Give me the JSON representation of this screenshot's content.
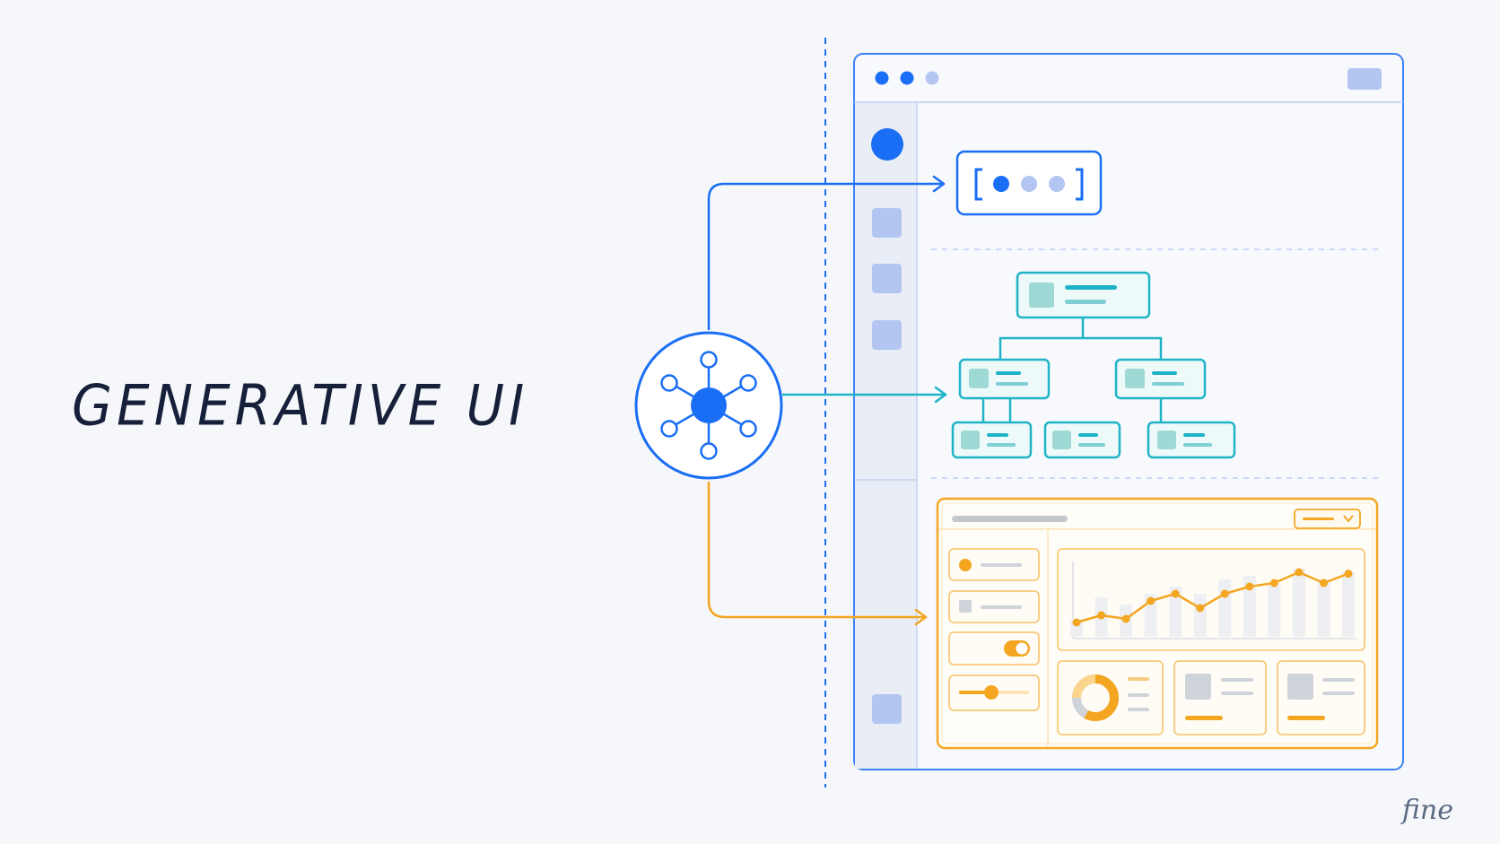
{
  "title": "GENERATIVE UI",
  "brand": "fine",
  "colors": {
    "background": "#f6f7fa",
    "blue": "#1a6ef5",
    "blue_light": "#aec4f5",
    "teal": "#1fb3c7",
    "teal_fill": "#9fd9d6",
    "orange": "#f4a621",
    "orange_light": "#fde9c4",
    "gray": "#cfd3da",
    "text": "#17203a"
  },
  "icons": {
    "hub": "network-hub-icon",
    "brackets": "bracketed-dots-icon",
    "window_dots": "window-controls-icon"
  },
  "chart_data": {
    "type": "line",
    "values": [
      0.2,
      0.3,
      0.25,
      0.5,
      0.6,
      0.4,
      0.6,
      0.7,
      0.75,
      0.9,
      0.75,
      0.88
    ],
    "bar_values": [
      0.25,
      0.55,
      0.45,
      0.6,
      0.7,
      0.6,
      0.8,
      0.85,
      0.75,
      0.95,
      0.8,
      0.9
    ]
  },
  "donut": {
    "fraction": 0.58
  },
  "toggle": {
    "on": true
  },
  "slider": {
    "value": 0.45
  }
}
